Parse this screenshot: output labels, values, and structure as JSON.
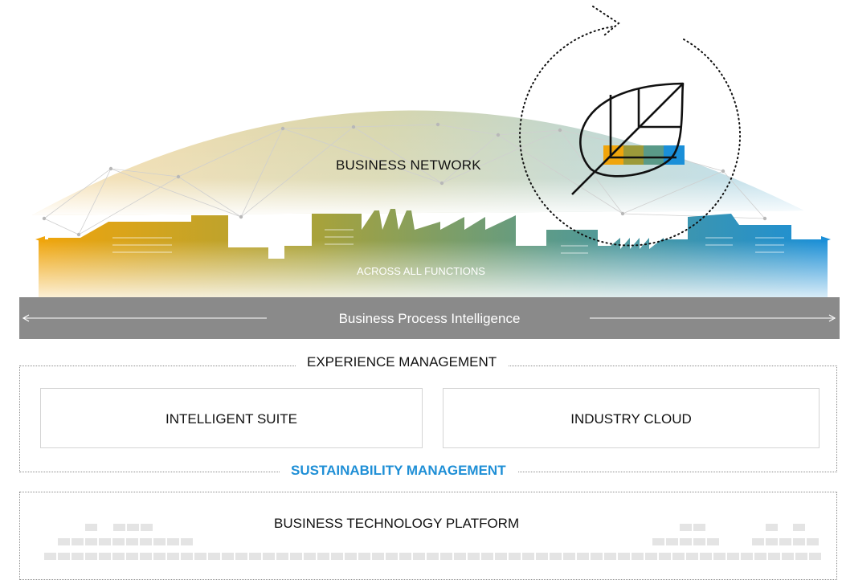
{
  "network": {
    "label": "BUSINESS NETWORK"
  },
  "functions": {
    "label": "ACROSS ALL FUNCTIONS"
  },
  "process_bar": {
    "label": "Business Process Intelligence",
    "color": "#8a8a8a"
  },
  "experience": {
    "label": "EXPERIENCE MANAGEMENT"
  },
  "suite": {
    "label": "INTELLIGENT SUITE"
  },
  "industry": {
    "label": "INDUSTRY CLOUD"
  },
  "sustainability": {
    "label": "SUSTAINABILITY MANAGEMENT",
    "color": "#1f8fd6"
  },
  "platform": {
    "label": "BUSINESS TECHNOLOGY PLATFORM"
  },
  "palette": {
    "gold": "#f0a50c",
    "olive": "#9c9a3a",
    "teal": "#5a9a88",
    "blue": "#1a8fd8",
    "grey": "#8a8a8a"
  },
  "icons": [
    "leaf-icon",
    "cycle-arrow-icon",
    "factory-skyline-icon"
  ]
}
